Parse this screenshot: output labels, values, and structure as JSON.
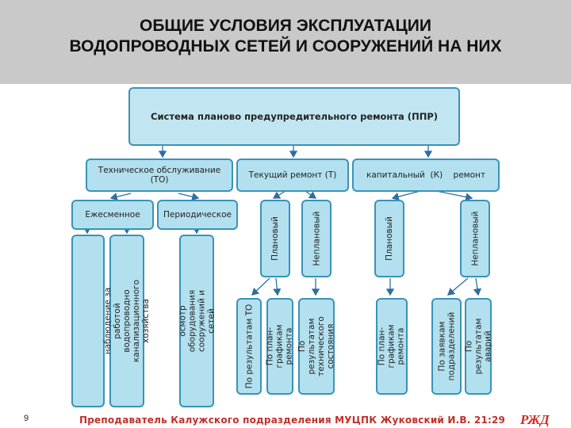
{
  "header": {
    "title": "ОБЩИЕ УСЛОВИЯ ЭКСПЛУАТАЦИИ\nВОДОПРОВОДНЫХ СЕТЕЙ И СООРУЖЕНИЙ НА НИХ"
  },
  "diagram": {
    "root": "Система планово предупредительного ремонта (ППР)",
    "categories": {
      "to": "Техническое обслуживание\n(ТО)",
      "tr": "Текущий ремонт (Т)",
      "kr": "капитальный  (К)    ремонт"
    },
    "to_types": {
      "monthly": "Ежесменное",
      "periodic": "Периодическое"
    },
    "to_details": {
      "blank": "",
      "observation": "наблюдение за работой водопроводно\nканализационного хозяйства",
      "inspection": "осмотр оборудования\nсооружений и сетей"
    },
    "tr_types": {
      "planned": "Плановый",
      "unplanned": "Неплановый"
    },
    "tr_details": {
      "by_to_results": "По результатам ТО",
      "by_schedule": "По план-графикам\nремонта",
      "by_state": "По результатам\nтехнического\nсостояния"
    },
    "kr_types": {
      "planned": "Плановый",
      "unplanned": "Неплановый"
    },
    "kr_details": {
      "by_schedule": "По план-графикам\nремонта",
      "by_requests": "По заявкам\nподразделений",
      "by_accidents": "По результатам\nаварий"
    }
  },
  "footer": {
    "page_number": "9",
    "text": "Преподаватель Калужского подразделения МУЦПК  Жуковский И.В. 21:29",
    "logo": "РЖД"
  },
  "colors": {
    "box_fill": "#b3e0ee",
    "box_border": "#3a93b8",
    "header_bg": "#c9c9c9",
    "footer_text": "#c0302a"
  }
}
